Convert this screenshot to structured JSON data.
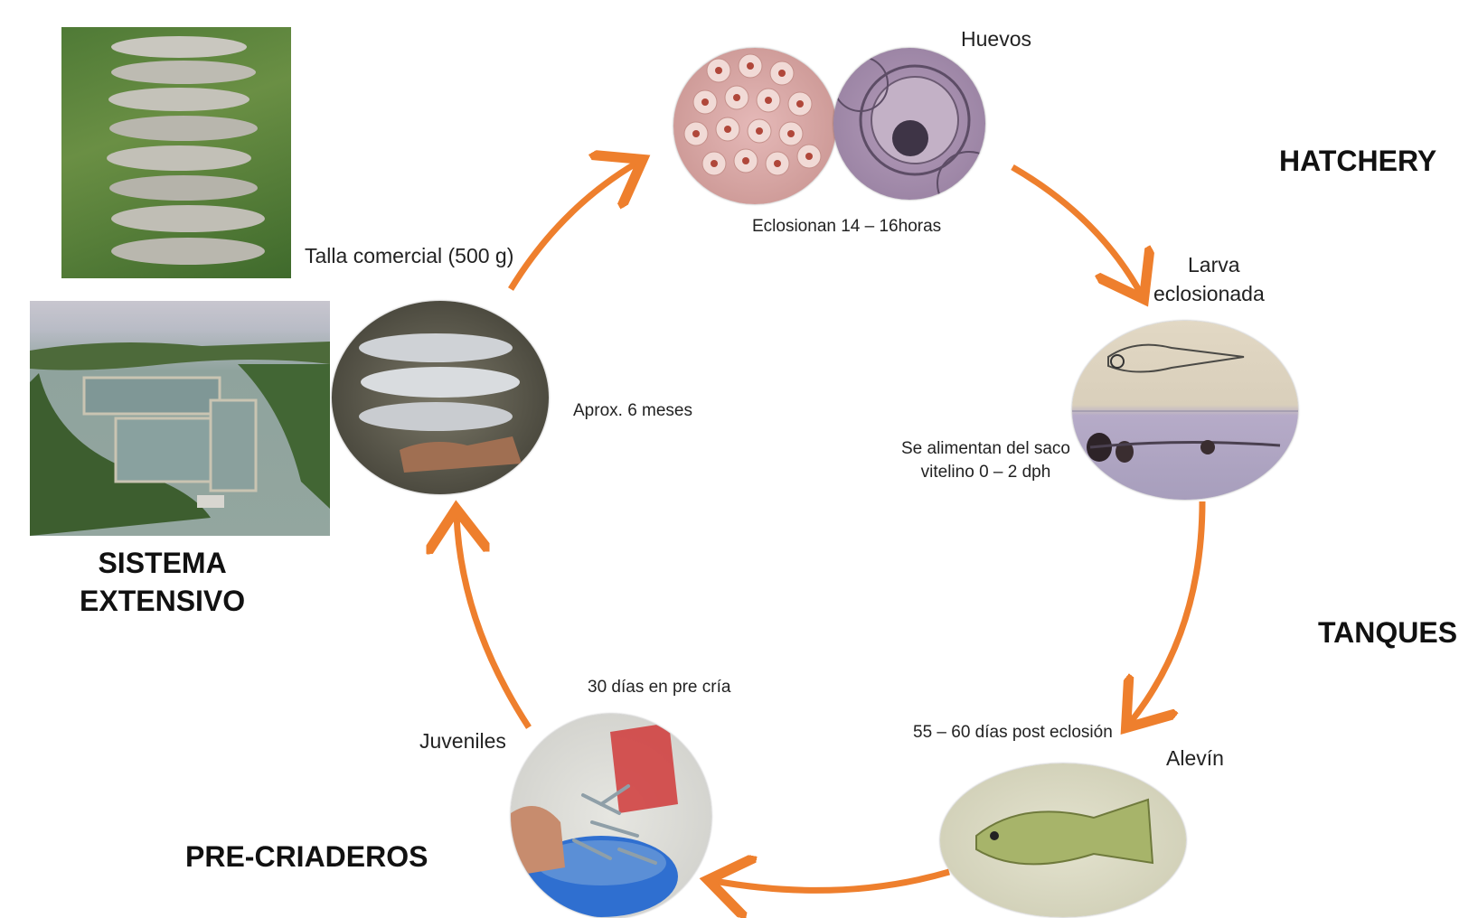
{
  "stages": {
    "hatchery": "HATCHERY",
    "tanques": "TANQUES",
    "pre_criaderos": "PRE-CRIADEROS",
    "sistema_line1": "SISTEMA",
    "sistema_line2": "EXTENSIVO"
  },
  "labels": {
    "huevos": "Huevos",
    "eclosionan": "Eclosionan 14 – 16horas",
    "larva_line1": "Larva",
    "larva_line2": "eclosionada",
    "saco_line1": "Se alimentan del saco",
    "saco_line2": "vitelino 0 – 2 dph",
    "post_eclosion": "55 – 60 días post eclosión",
    "alevin": "Alevín",
    "treinta_dias": "30 días en pre cría",
    "juveniles": "Juveniles",
    "talla": "Talla comercial (500 g)",
    "aprox": "Aprox.  6 meses"
  },
  "colors": {
    "arrow": "#ee7f2d"
  }
}
